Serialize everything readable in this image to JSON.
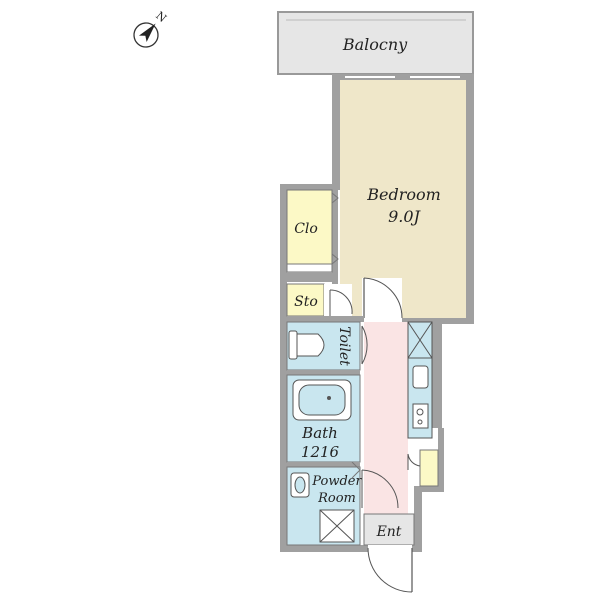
{
  "compass": {
    "north_label": "N",
    "icon": "north-arrow-icon"
  },
  "rooms": {
    "balcony": {
      "label": "Balocny",
      "color": "#e6e6e6"
    },
    "bedroom": {
      "label": "Bedroom",
      "size": "9.0J",
      "color": "#efe7c9"
    },
    "closet": {
      "label": "Clo",
      "color": "#fcf9c6"
    },
    "storage": {
      "label": "Sto",
      "color": "#fcf9c6"
    },
    "toilet": {
      "label": "Toilet",
      "color": "#c9e6ef"
    },
    "bath": {
      "label": "Bath",
      "size": "1216",
      "color": "#c9e6ef"
    },
    "powder_room": {
      "label_line1": "Powder",
      "label_line2": "Room",
      "color": "#c9e6ef"
    },
    "hallway": {
      "color": "#fae4e4"
    },
    "entrance": {
      "label": "Ent",
      "color": "#e6e6e6"
    }
  },
  "colors": {
    "wall": "#a0a0a0",
    "line": "#555555"
  }
}
